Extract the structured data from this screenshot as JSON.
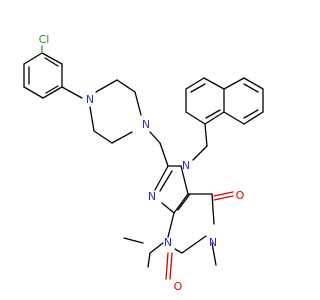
{
  "atom_labels": {
    "cl": "Cl",
    "n_aryl_pip": "N",
    "n_pip_ch2": "N",
    "n7": "N",
    "n9": "N",
    "n3": "N",
    "n1": "N",
    "o6": "O",
    "o2": "O"
  },
  "colors": {
    "bond": "#000000",
    "nitrogen": "#2a2ad8",
    "oxygen": "#e00000",
    "chlorine": "#1aa01a"
  }
}
